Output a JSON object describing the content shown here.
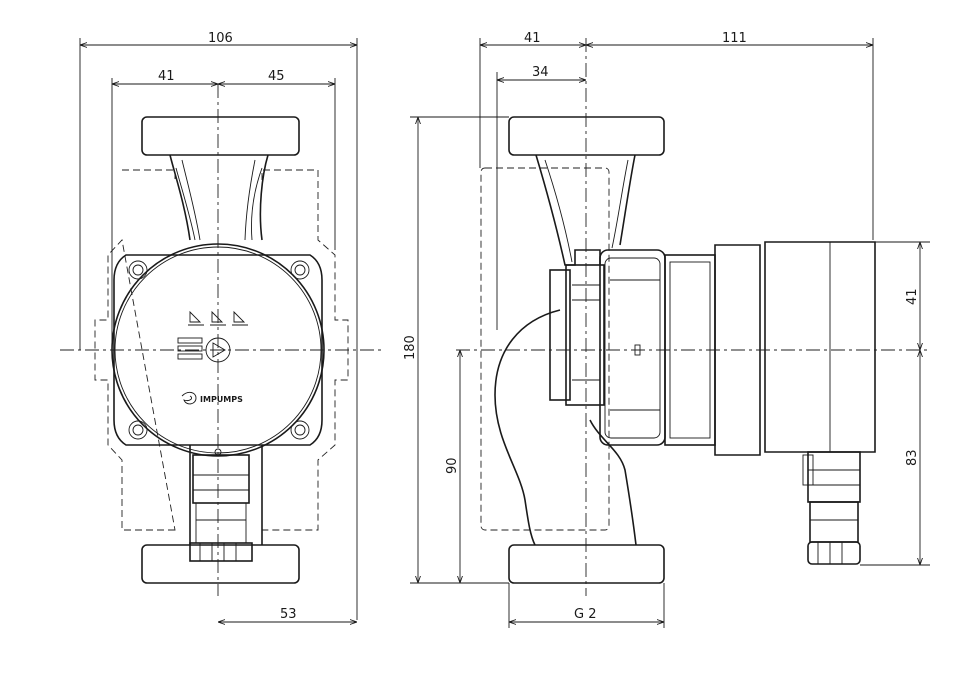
{
  "front_view": {
    "dimensions": {
      "overall_width": "106",
      "left_half": "41",
      "right_half": "45",
      "bottom_offset": "53"
    },
    "brand_label": "IMPUMPS"
  },
  "side_view": {
    "dimensions": {
      "flange_to_axis": "41",
      "axis_to_motor_end": "111",
      "inner_offset": "34",
      "overall_height": "180",
      "axis_height": "90",
      "upper_box": "41",
      "lower_box": "83",
      "thread": "G 2"
    }
  }
}
